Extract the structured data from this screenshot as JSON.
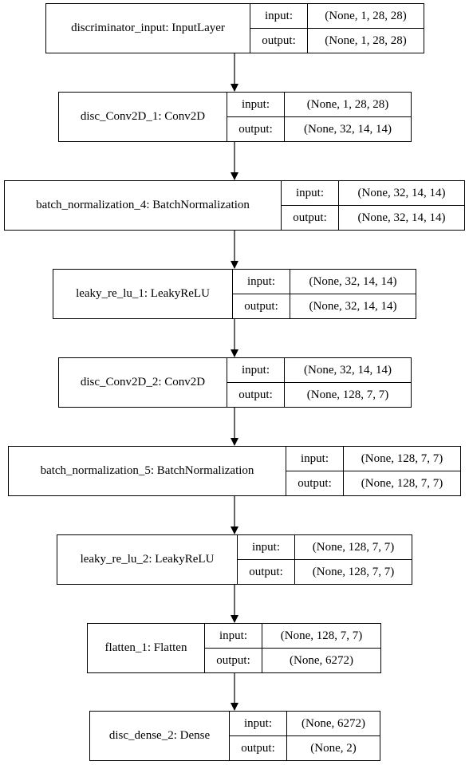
{
  "io_labels": {
    "input": "input:",
    "output": "output:"
  },
  "layers": [
    {
      "name": "discriminator_input: InputLayer",
      "input": "(None, 1, 28, 28)",
      "output": "(None, 1, 28, 28)"
    },
    {
      "name": "disc_Conv2D_1: Conv2D",
      "input": "(None, 1, 28, 28)",
      "output": "(None, 32, 14, 14)"
    },
    {
      "name": "batch_normalization_4: BatchNormalization",
      "input": "(None, 32, 14, 14)",
      "output": "(None, 32, 14, 14)"
    },
    {
      "name": "leaky_re_lu_1: LeakyReLU",
      "input": "(None, 32, 14, 14)",
      "output": "(None, 32, 14, 14)"
    },
    {
      "name": "disc_Conv2D_2: Conv2D",
      "input": "(None, 32, 14, 14)",
      "output": "(None, 128, 7, 7)"
    },
    {
      "name": "batch_normalization_5: BatchNormalization",
      "input": "(None, 128, 7, 7)",
      "output": "(None, 128, 7, 7)"
    },
    {
      "name": "leaky_re_lu_2: LeakyReLU",
      "input": "(None, 128, 7, 7)",
      "output": "(None, 128, 7, 7)"
    },
    {
      "name": "flatten_1: Flatten",
      "input": "(None, 128, 7, 7)",
      "output": "(None, 6272)"
    },
    {
      "name": "disc_dense_2: Dense",
      "input": "(None, 6272)",
      "output": "(None, 2)"
    }
  ]
}
